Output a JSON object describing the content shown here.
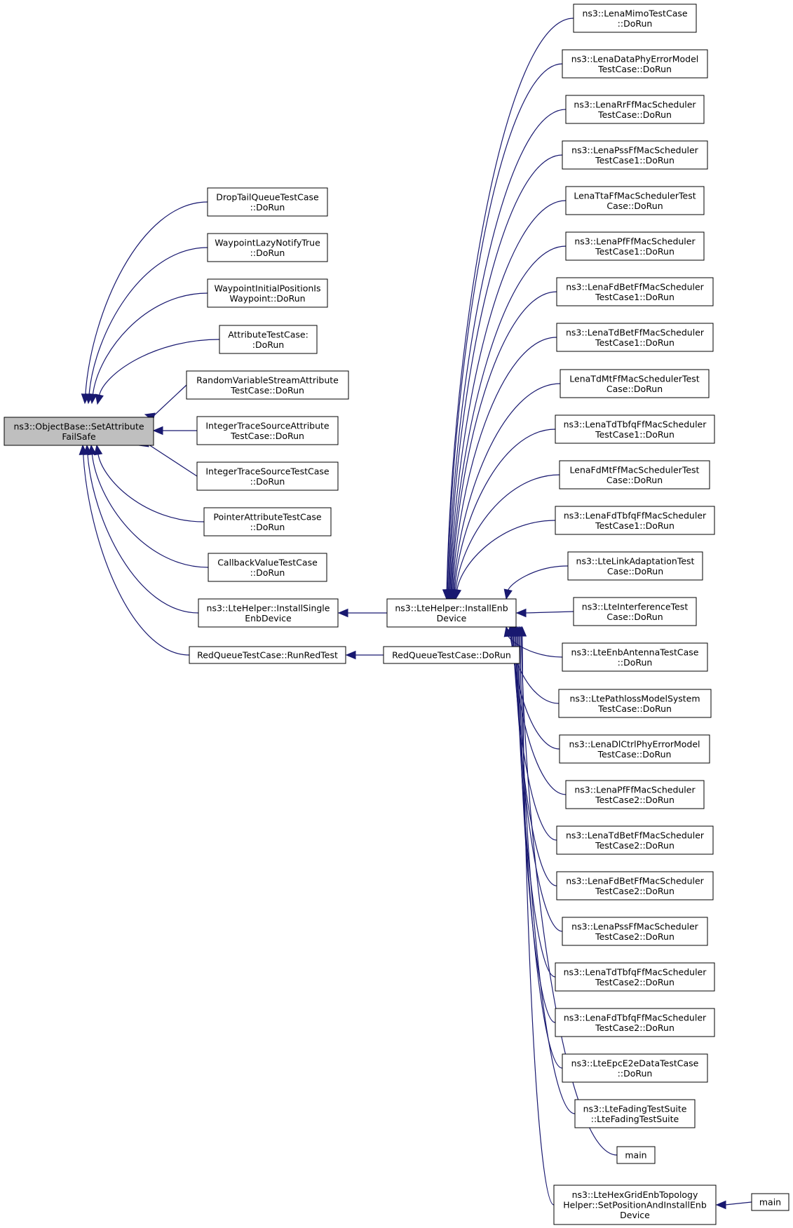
{
  "colors": {
    "edge": "#191970",
    "box_border": "#000000",
    "box_fill": "#ffffff",
    "root_fill": "#bfbfbf"
  },
  "nodes": {
    "n_root": {
      "lines": [
        "ns3::ObjectBase::SetAttribute",
        "FailSafe"
      ],
      "highlight": true
    },
    "n_drop": {
      "lines": [
        "DropTailQueueTestCase",
        "::DoRun"
      ]
    },
    "n_wlazy": {
      "lines": [
        "WaypointLazyNotifyTrue",
        "::DoRun"
      ]
    },
    "n_winit": {
      "lines": [
        "WaypointInitialPositionIs",
        "Waypoint::DoRun"
      ]
    },
    "n_attr": {
      "lines": [
        "AttributeTestCase:",
        ":DoRun"
      ]
    },
    "n_rvs": {
      "lines": [
        "RandomVariableStreamAttribute",
        "TestCase::DoRun"
      ]
    },
    "n_itsa": {
      "lines": [
        "IntegerTraceSourceAttribute",
        "TestCase::DoRun"
      ]
    },
    "n_itst": {
      "lines": [
        "IntegerTraceSourceTestCase",
        "::DoRun"
      ]
    },
    "n_ptr": {
      "lines": [
        "PointerAttributeTestCase",
        "::DoRun"
      ]
    },
    "n_cb": {
      "lines": [
        "CallbackValueTestCase",
        "::DoRun"
      ]
    },
    "n_lhis": {
      "lines": [
        "ns3::LteHelper::InstallSingle",
        "EnbDevice"
      ]
    },
    "n_rrt": {
      "lines": [
        "RedQueueTestCase::RunRedTest"
      ]
    },
    "n_lhie": {
      "lines": [
        "ns3::LteHelper::InstallEnb",
        "Device"
      ]
    },
    "n_rqdo": {
      "lines": [
        "RedQueueTestCase::DoRun"
      ]
    },
    "r01": {
      "lines": [
        "ns3::LenaMimoTestCase",
        "::DoRun"
      ]
    },
    "r02": {
      "lines": [
        "ns3::LenaDataPhyErrorModel",
        "TestCase::DoRun"
      ]
    },
    "r03": {
      "lines": [
        "ns3::LenaRrFfMacScheduler",
        "TestCase::DoRun"
      ]
    },
    "r04": {
      "lines": [
        "ns3::LenaPssFfMacScheduler",
        "TestCase1::DoRun"
      ]
    },
    "r05": {
      "lines": [
        "LenaTtaFfMacSchedulerTest",
        "Case::DoRun"
      ]
    },
    "r06": {
      "lines": [
        "ns3::LenaPfFfMacScheduler",
        "TestCase1::DoRun"
      ]
    },
    "r07": {
      "lines": [
        "ns3::LenaFdBetFfMacScheduler",
        "TestCase1::DoRun"
      ]
    },
    "r08": {
      "lines": [
        "ns3::LenaTdBetFfMacScheduler",
        "TestCase1::DoRun"
      ]
    },
    "r09": {
      "lines": [
        "LenaTdMtFfMacSchedulerTest",
        "Case::DoRun"
      ]
    },
    "r10": {
      "lines": [
        "ns3::LenaTdTbfqFfMacScheduler",
        "TestCase1::DoRun"
      ]
    },
    "r11": {
      "lines": [
        "LenaFdMtFfMacSchedulerTest",
        "Case::DoRun"
      ]
    },
    "r12": {
      "lines": [
        "ns3::LenaFdTbfqFfMacScheduler",
        "TestCase1::DoRun"
      ]
    },
    "r13": {
      "lines": [
        "ns3::LteLinkAdaptationTest",
        "Case::DoRun"
      ]
    },
    "r14": {
      "lines": [
        "ns3::LteInterferenceTest",
        "Case::DoRun"
      ]
    },
    "r15": {
      "lines": [
        "ns3::LteEnbAntennaTestCase",
        "::DoRun"
      ]
    },
    "r16": {
      "lines": [
        "ns3::LtePathlossModelSystem",
        "TestCase::DoRun"
      ]
    },
    "r17": {
      "lines": [
        "ns3::LenaDlCtrlPhyErrorModel",
        "TestCase::DoRun"
      ]
    },
    "r18": {
      "lines": [
        "ns3::LenaPfFfMacScheduler",
        "TestCase2::DoRun"
      ]
    },
    "r19": {
      "lines": [
        "ns3::LenaTdBetFfMacScheduler",
        "TestCase2::DoRun"
      ]
    },
    "r20": {
      "lines": [
        "ns3::LenaFdBetFfMacScheduler",
        "TestCase2::DoRun"
      ]
    },
    "r21": {
      "lines": [
        "ns3::LenaPssFfMacScheduler",
        "TestCase2::DoRun"
      ]
    },
    "r22": {
      "lines": [
        "ns3::LenaTdTbfqFfMacScheduler",
        "TestCase2::DoRun"
      ]
    },
    "r23": {
      "lines": [
        "ns3::LenaFdTbfqFfMacScheduler",
        "TestCase2::DoRun"
      ]
    },
    "r24": {
      "lines": [
        "ns3::LteEpcE2eDataTestCase",
        "::DoRun"
      ]
    },
    "r25": {
      "lines": [
        "ns3::LteFadingTestSuite",
        "::LteFadingTestSuite"
      ]
    },
    "r26": {
      "lines": [
        "main"
      ]
    },
    "r27": {
      "lines": [
        "ns3::LteHexGridEnbTopology",
        "Helper::SetPositionAndInstallEnb",
        "Device"
      ]
    },
    "r28": {
      "lines": [
        "main"
      ]
    }
  }
}
